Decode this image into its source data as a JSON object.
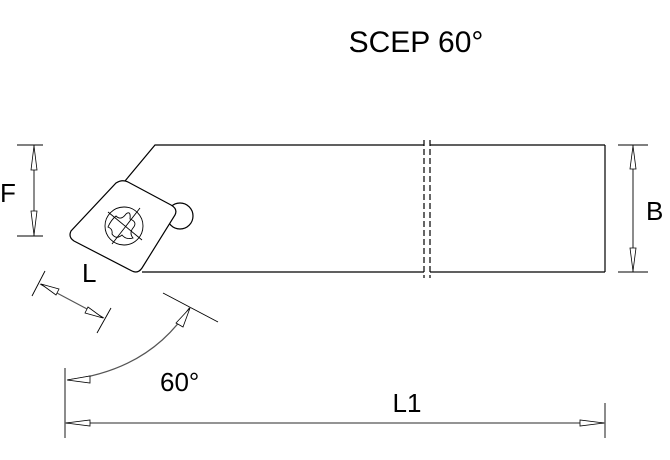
{
  "title": "SCEP 60°",
  "labels": {
    "F": "F",
    "B": "B",
    "L": "L",
    "L1": "L1",
    "angle": "60°"
  },
  "colors": {
    "line": "#000000",
    "dimension_line": "#555555",
    "background": "#ffffff"
  }
}
